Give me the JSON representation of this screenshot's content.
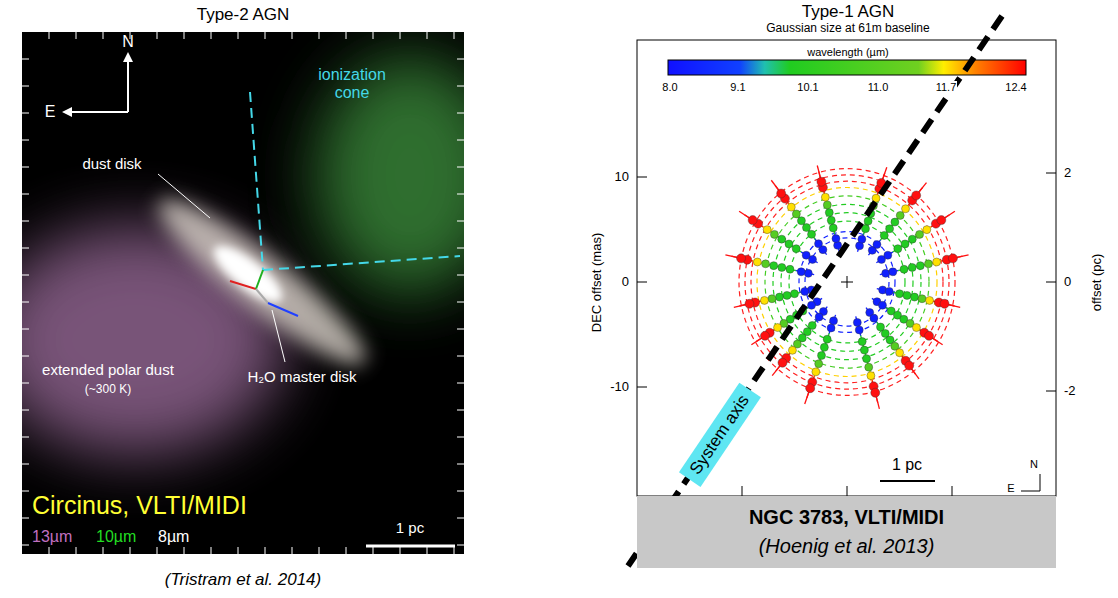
{
  "diagram": {
    "nodes": [
      {
        "text": [
          "System axis"
        ]
      },
      {
        "text": [
          "NGC 3783, VLTI/MIDI",
          "(Hoenig et al. 2013)"
        ]
      }
    ],
    "labels": [
      "Type-2 AGN",
      "N",
      "E",
      "dust disk",
      "ionization cone",
      "extended polar dust",
      "(~300 K)",
      "H₂O master disk",
      "Circinus, VLTI/MIDI",
      "13µm",
      "10µm",
      "8µm",
      "1 pc",
      "(Tristram et al. 2014)",
      "Type-1 AGN",
      "Gaussian size at 61m baseline",
      "wavelength (µm)",
      "8.0",
      "9.1",
      "10.1",
      "11.0",
      "11.7",
      "12.4",
      "DEC offset (mas)",
      "10",
      "0",
      "-10",
      "offset (pc)",
      "2",
      "0",
      "-2",
      "1 pc",
      "N",
      "E"
    ]
  }
}
